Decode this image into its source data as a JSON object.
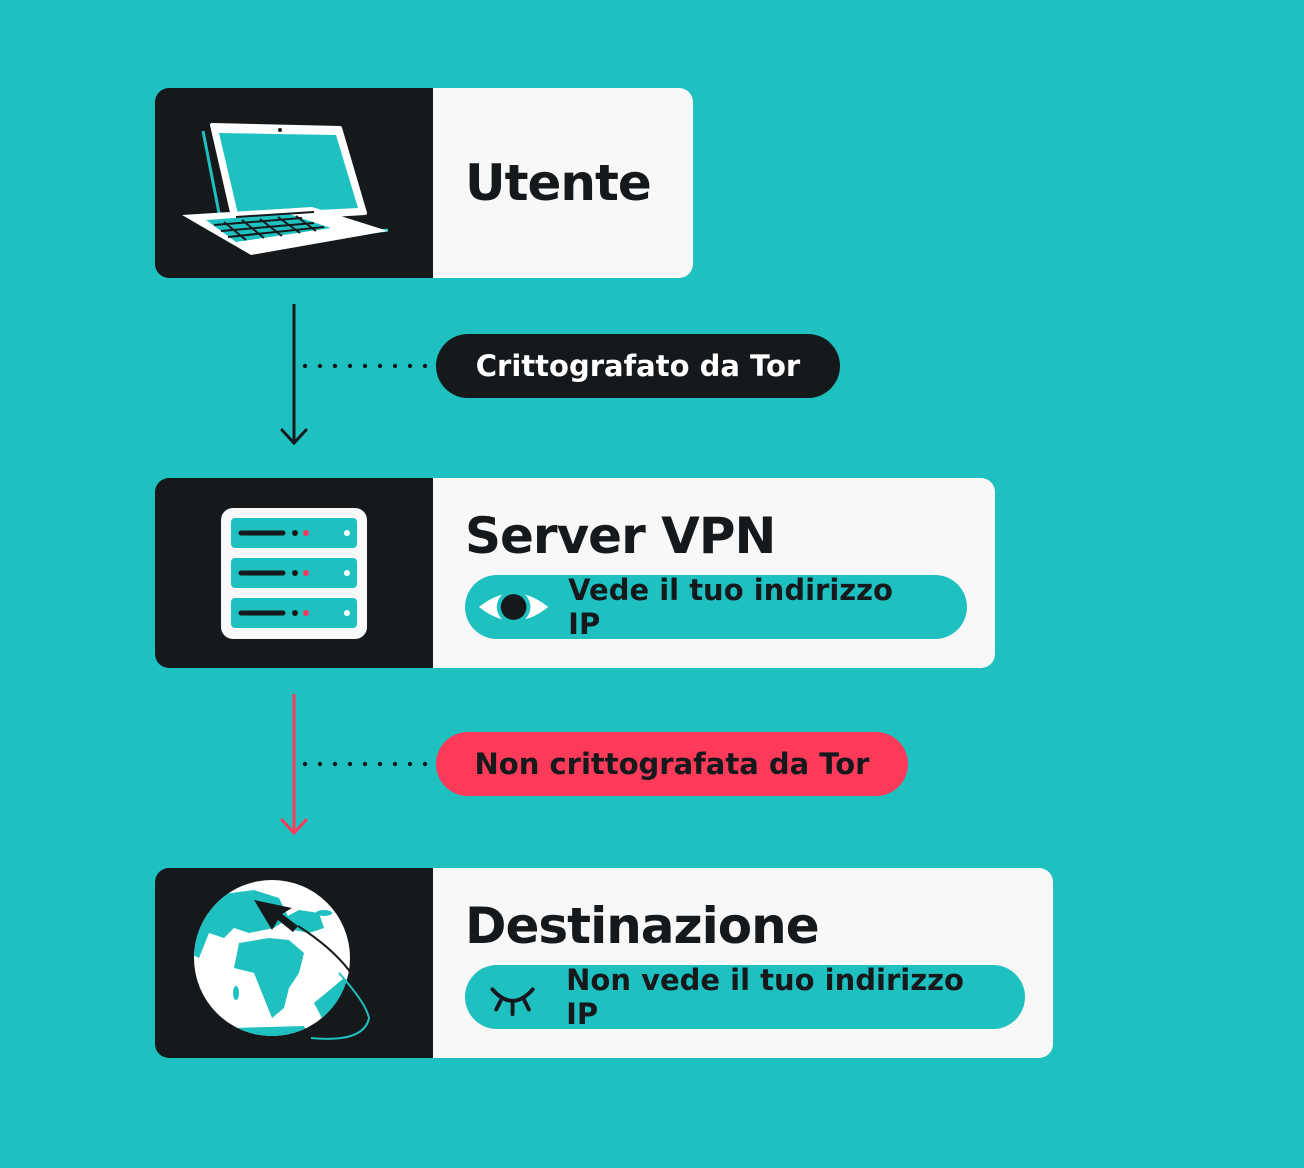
{
  "colors": {
    "background": "#1fc0c0",
    "dark": "#16191c",
    "panel": "#f8f8f8",
    "accent_red": "#fe3a5a",
    "white": "#ffffff"
  },
  "nodes": [
    {
      "title": "Utente",
      "icon": "laptop-icon"
    },
    {
      "title": "Server VPN",
      "icon": "server-icon",
      "pill": {
        "icon": "eye-open-icon",
        "text": "Vede il tuo indirizzo IP"
      }
    },
    {
      "title": "Destinazione",
      "icon": "globe-icon",
      "pill": {
        "icon": "eye-closed-icon",
        "text": "Non vede il tuo indirizzo IP"
      }
    }
  ],
  "connections": [
    {
      "label": "Crittografato da Tor",
      "arrow_color": "#16191c",
      "badge_bg": "#16191c",
      "badge_fg": "#ffffff"
    },
    {
      "label": "Non crittografata da Tor",
      "arrow_color": "#fe3a5a",
      "badge_bg": "#fe3a5a",
      "badge_fg": "#16191c"
    }
  ]
}
